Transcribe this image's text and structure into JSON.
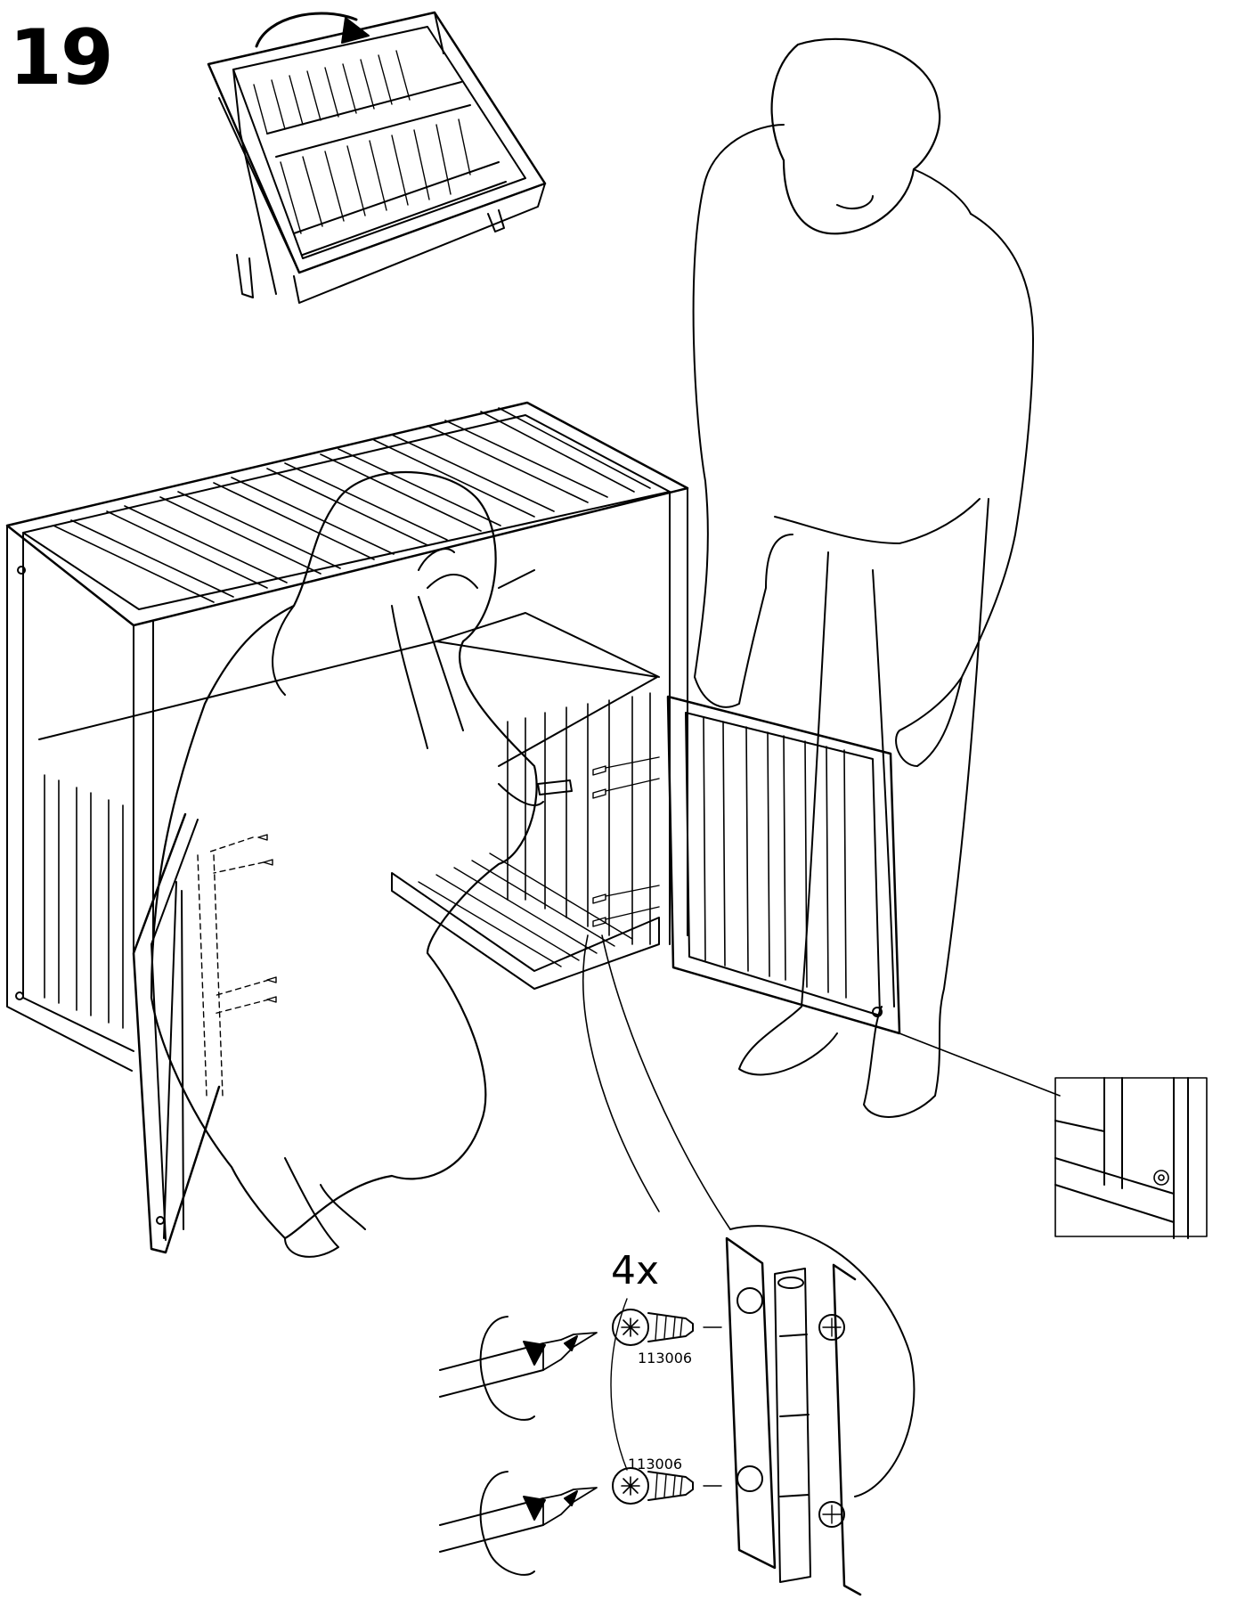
{
  "step": {
    "number": "19"
  },
  "fastener": {
    "quantity": "4x",
    "part_number_top": "113006",
    "part_number_bottom": "113006"
  },
  "icons": [
    "rotate-arrow-icon",
    "screwdriver-icon",
    "screw-icon",
    "hinge-icon",
    "detail-inset-icon"
  ],
  "colors": {
    "ink": "#000000",
    "paper": "#ffffff"
  }
}
